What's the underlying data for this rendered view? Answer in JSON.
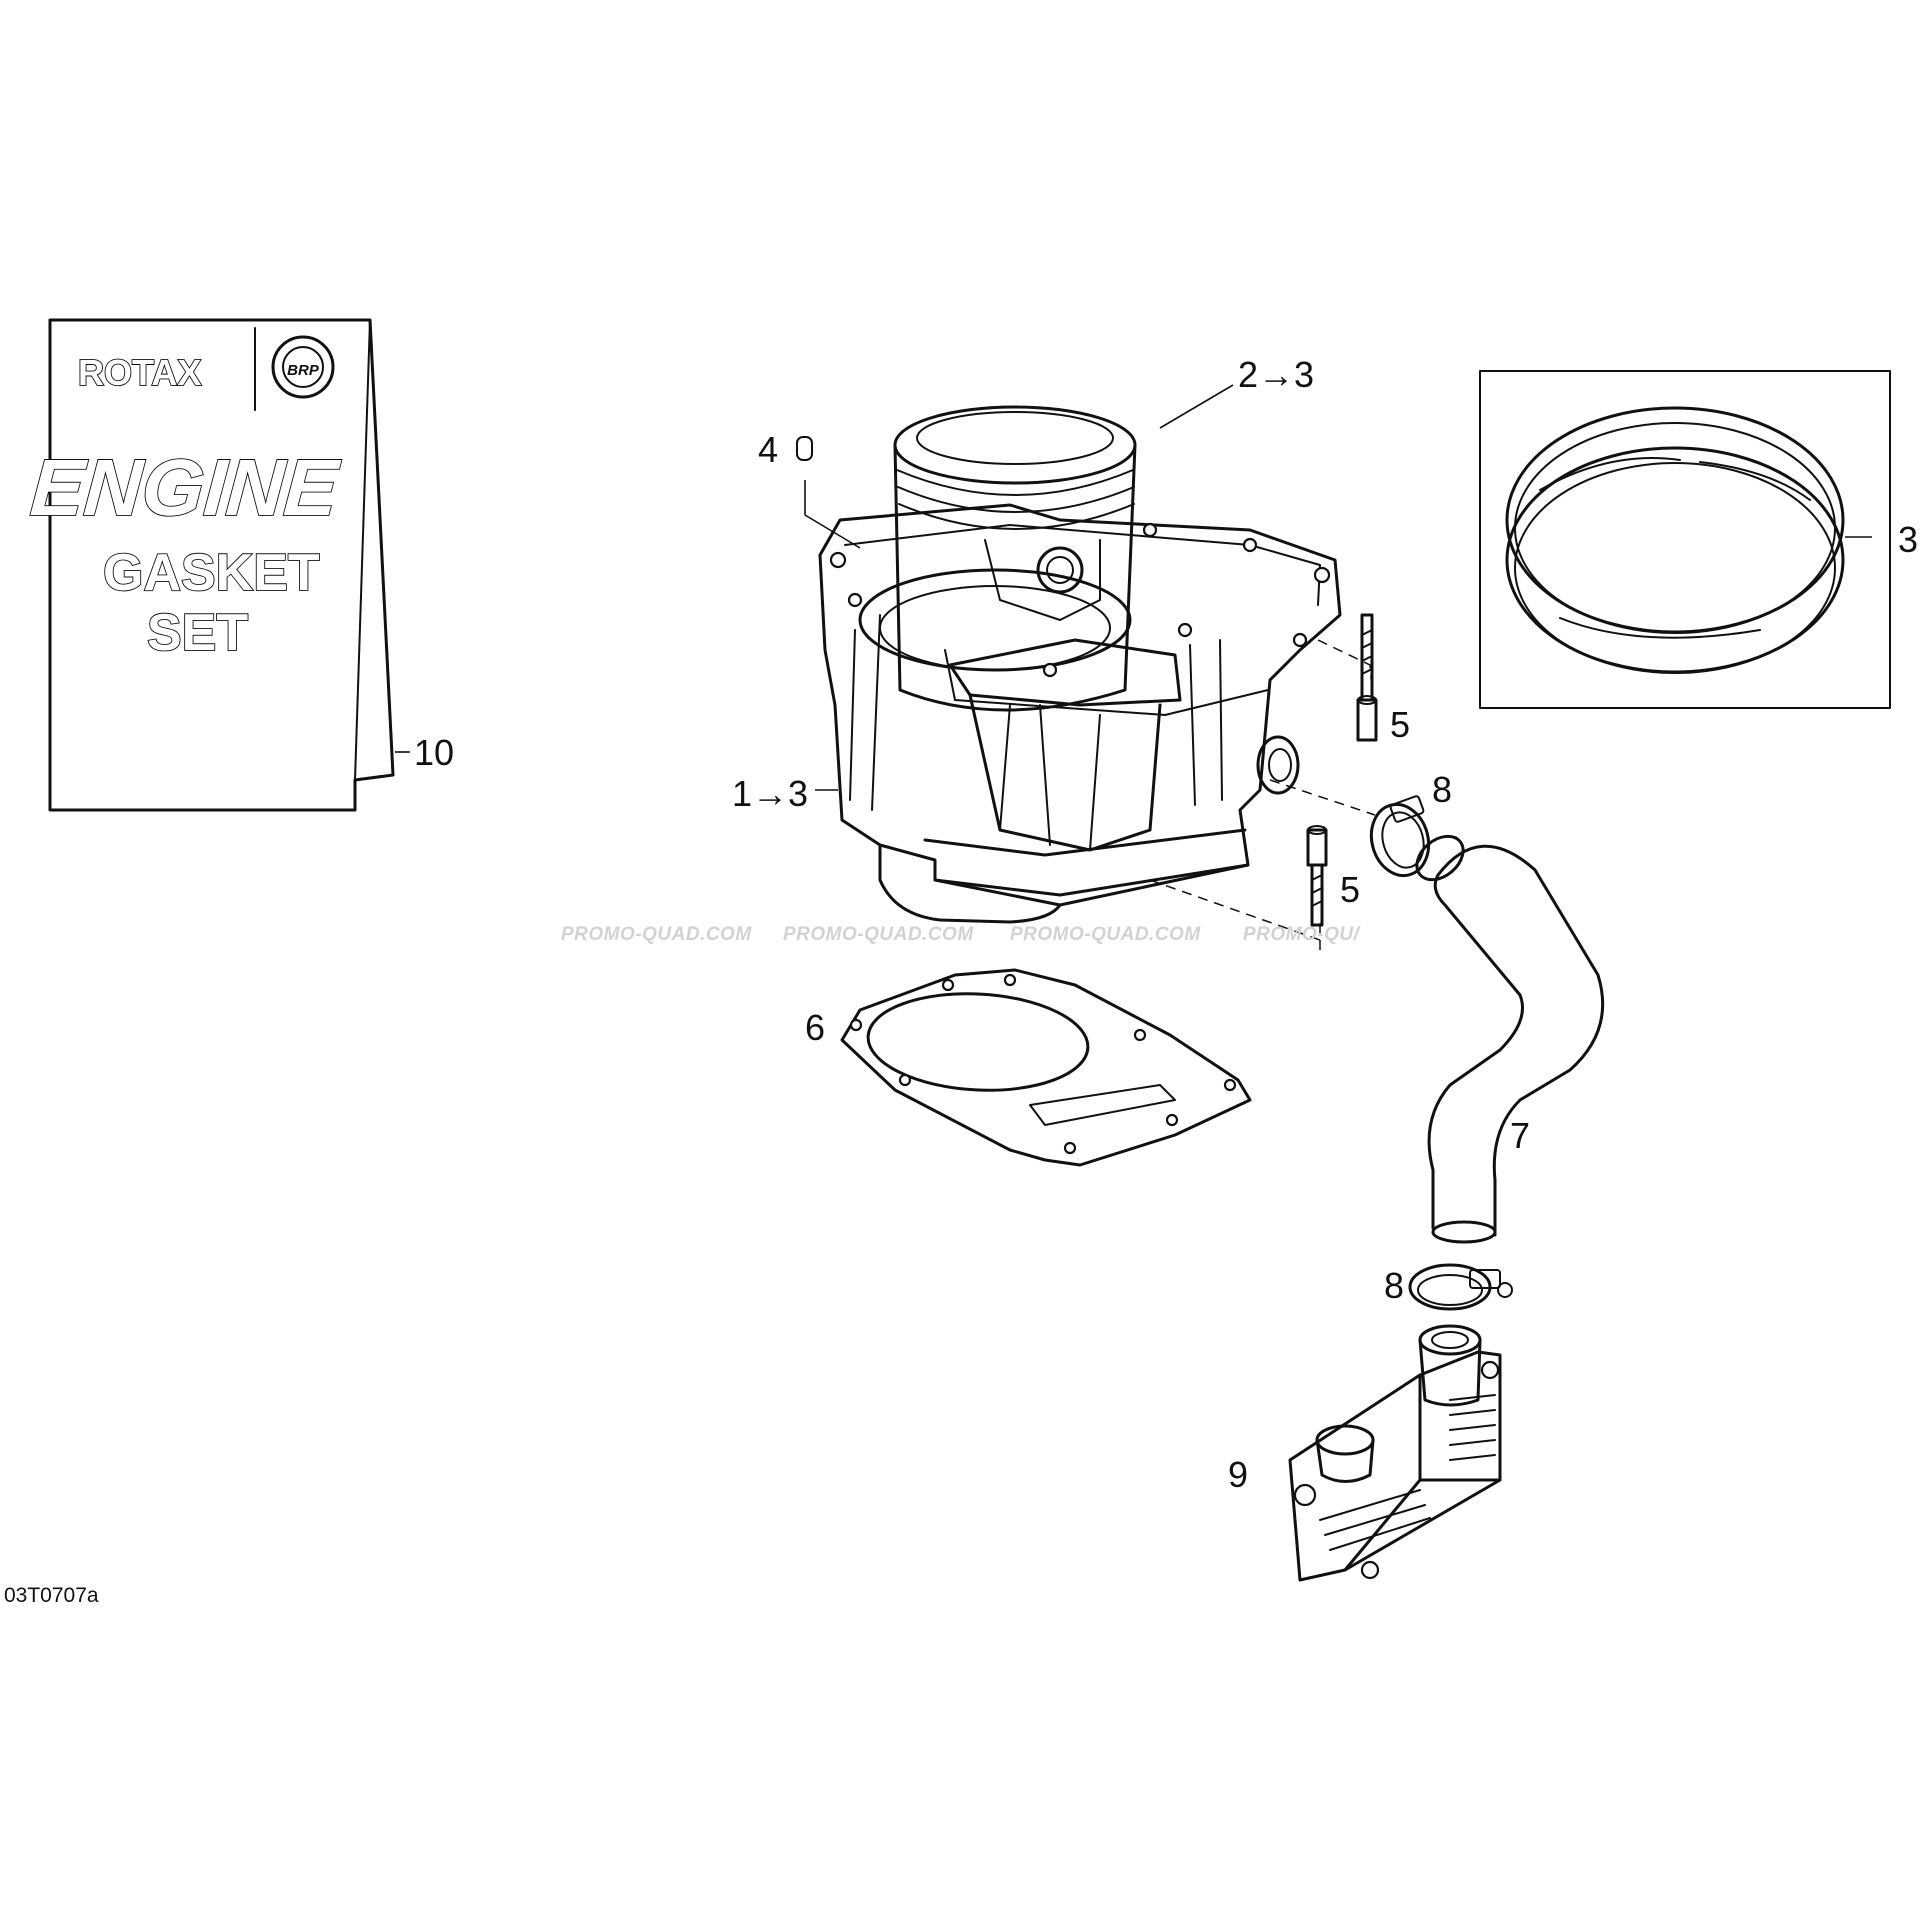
{
  "gasket_set_sign": {
    "brand": "ROTAX",
    "line1": "ENGINE",
    "line2": "GASKET",
    "line3": "SET"
  },
  "callouts": {
    "c1": "1→3",
    "c2": "2→3",
    "c3": "3",
    "c4": "4",
    "c5a": "5",
    "c5b": "5",
    "c6": "6",
    "c7": "7",
    "c8a": "8",
    "c8b": "8",
    "c9": "9",
    "c10": "10"
  },
  "watermarks": [
    "PROMO-QUAD.COM",
    "PROMO-QUAD.COM",
    "PROMO-QUAD.COM",
    "PROMO-QU/"
  ],
  "figure_code": "03T0707a"
}
